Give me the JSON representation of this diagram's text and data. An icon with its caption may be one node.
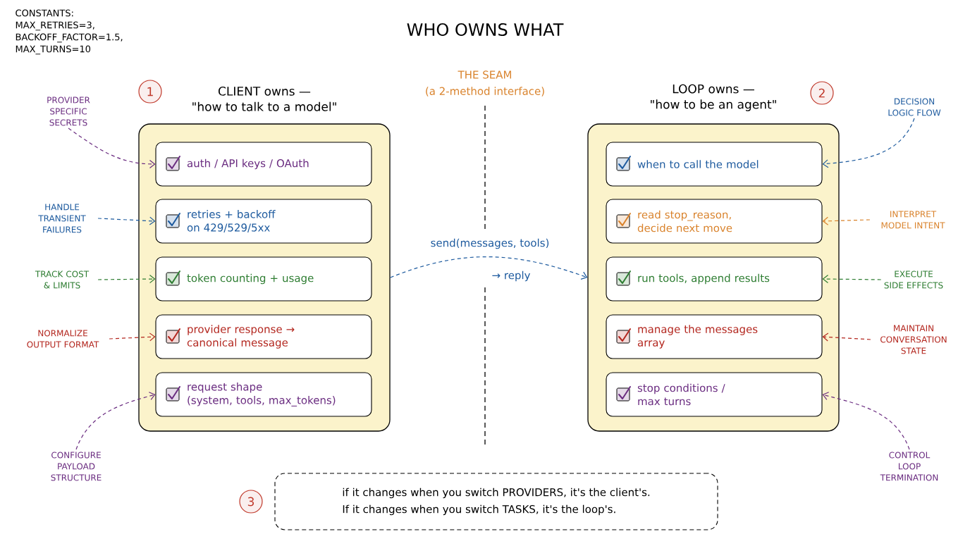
{
  "diagram": {
    "title": "WHO OWNS WHAT",
    "nodes": [
      {
        "text": [
          "1"
        ]
      },
      {
        "text": [
          "CLIENT owns —",
          "\"how to talk to a model\""
        ]
      },
      {
        "text": [
          "auth / API keys / OAuth"
        ],
        "in": 1
      },
      {
        "text": [
          "retries + backoff on 429/529/5xx"
        ],
        "in": 1
      },
      {
        "text": [
          "token counting + usage"
        ],
        "in": 1
      },
      {
        "text": [
          "provider response → canonical message"
        ],
        "in": 1
      },
      {
        "text": [
          "request shape",
          "(system, tools, max_tokens)"
        ],
        "in": 1
      },
      {
        "text": [
          "LOOP owns —",
          "\"how to be an agent\""
        ]
      },
      {
        "text": [
          "when to call the model"
        ],
        "in": 7
      },
      {
        "text": [
          "read stop_reason, decide next move"
        ],
        "in": 7
      },
      {
        "text": [
          "run tools, append results"
        ],
        "in": 7
      },
      {
        "text": [
          "manage the messages array"
        ],
        "in": 7
      },
      {
        "text": [
          "stop conditions / max turns"
        ],
        "in": 7
      },
      {
        "text": [
          "2"
        ]
      },
      {
        "text": [
          "3"
        ]
      },
      {
        "text": [
          "if it changes when you switch PROVIDERS, it's the client's.",
          "If it changes when you switch TASKS, it's the loop's."
        ]
      },
      {
        "text": [
          "PROVIDER SPECIFIC SECRETS"
        ]
      },
      {
        "text": [
          "HANDLE TRANSIENT FAILURES"
        ]
      },
      {
        "text": [
          "TRACK COST & LIMITS"
        ]
      },
      {
        "text": [
          "NORMALIZE OUTPUT FORMAT"
        ]
      },
      {
        "text": [
          "CONFIGURE PAYLOAD STRUCTURE"
        ]
      },
      {
        "text": [
          "DECISION LOGIC FLOW"
        ]
      },
      {
        "text": [
          "INTERPRET MODEL INTENT"
        ]
      },
      {
        "text": [
          "EXECUTE SIDE EFFECTS"
        ]
      },
      {
        "text": [
          "MAINTAIN CONVERSATION STATE"
        ]
      },
      {
        "text": [
          "CONTROL LOOP TERMINATION"
        ]
      }
    ],
    "edges": [
      {
        "from": 16,
        "to": 2,
        "arrow": "to",
        "style": "dashed",
        "color": "#6a2c80"
      },
      {
        "from": 17,
        "to": 3,
        "arrow": "to",
        "style": "dashed",
        "color": "#1d5a9e"
      },
      {
        "from": 18,
        "to": 4,
        "arrow": "to",
        "style": "dashed",
        "color": "#2e7d32"
      },
      {
        "from": 19,
        "to": 5,
        "arrow": "to",
        "style": "dashed",
        "color": "#b3261e"
      },
      {
        "from": 20,
        "to": 6,
        "arrow": "to",
        "style": "dashed",
        "color": "#6a2c80"
      },
      {
        "from": 21,
        "to": 8,
        "arrow": "to",
        "style": "dashed",
        "color": "#1d5a9e"
      },
      {
        "from": 22,
        "to": 9,
        "arrow": "to",
        "style": "dashed",
        "color": "#d9822b"
      },
      {
        "from": 23,
        "to": 10,
        "arrow": "to",
        "style": "dashed",
        "color": "#2e7d32"
      },
      {
        "from": 24,
        "to": 11,
        "arrow": "to",
        "style": "dashed",
        "color": "#b3261e"
      },
      {
        "from": 25,
        "to": 12,
        "arrow": "to",
        "style": "dashed",
        "color": "#6a2c80"
      },
      {
        "from": 1,
        "to": 7,
        "arrow": "to",
        "style": "dashed",
        "color": "#1d5a9e",
        "label": "send(messages, tools)"
      }
    ],
    "labels": [
      "CONSTANTS: MAX_RETRIES=3, BACKOFF_FACTOR=1.5, MAX_TURNS=10",
      "THE SEAM",
      "(a 2-method interface)",
      "→ reply"
    ]
  }
}
